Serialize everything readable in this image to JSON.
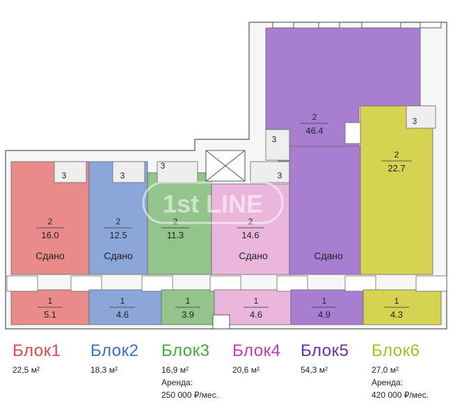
{
  "logo": {
    "text": "1st LINE"
  },
  "blocks": [
    {
      "name": "Блок1",
      "area": "22,5 м²",
      "color": "#e0464b",
      "fill": "#e98a8b",
      "upper": {
        "num": "2",
        "area": "16.0",
        "status": "Сдано"
      },
      "lower": {
        "num": "1",
        "area": "5.1"
      },
      "wc": "3"
    },
    {
      "name": "Блок2",
      "area": "18,3 м²",
      "color": "#3f6fc4",
      "fill": "#8ba6d9",
      "upper": {
        "num": "2",
        "area": "12.5",
        "status": "Сдано"
      },
      "lower": {
        "num": "1",
        "area": "4.6"
      },
      "wc": "3"
    },
    {
      "name": "Блок3",
      "area": "16,9 м²",
      "color": "#43a840",
      "fill": "#93c48b",
      "upper": {
        "num": "2",
        "area": "11.3"
      },
      "lower": {
        "num": "1",
        "area": "3.9"
      },
      "wc": "3",
      "rent_label": "Аренда:",
      "rent_value": "250 000 ₽/мес."
    },
    {
      "name": "Блок4",
      "area": "20,6 м²",
      "color": "#c43bb2",
      "fill": "#eab6dc",
      "upper": {
        "num": "2",
        "area": "14.6",
        "status": "Сдано"
      },
      "lower": {
        "num": "1",
        "area": "4.6"
      },
      "wc": "3"
    },
    {
      "name": "Блок5",
      "area": "54,3 м²",
      "color": "#6a2ea8",
      "fill": "#a87ed0",
      "upper": {
        "num": "2",
        "area": "46.4",
        "status": "Сдано"
      },
      "lower": {
        "num": "1",
        "area": "4.9"
      },
      "wc": "3"
    },
    {
      "name": "Блок6",
      "area": "27,0 м²",
      "color": "#b5b52a",
      "fill": "#d5d452",
      "upper": {
        "num": "2",
        "area": "22.7"
      },
      "lower": {
        "num": "1",
        "area": "4.3"
      },
      "wc": "3",
      "rent_label": "Аренда:",
      "rent_value": "420 000 ₽/мес."
    }
  ]
}
